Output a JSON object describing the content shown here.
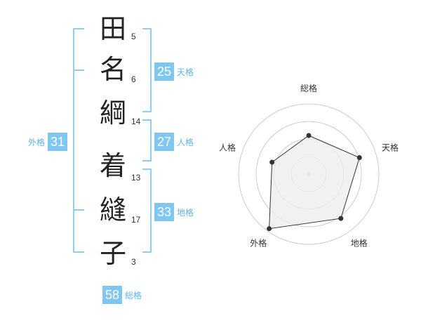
{
  "name": {
    "characters": [
      {
        "char": "田",
        "strokes": "5"
      },
      {
        "char": "名",
        "strokes": "6"
      },
      {
        "char": "綱",
        "strokes": "14"
      },
      {
        "char": "着",
        "strokes": "13"
      },
      {
        "char": "縫",
        "strokes": "17"
      },
      {
        "char": "子",
        "strokes": "3"
      }
    ]
  },
  "kaku": {
    "tenkaku": {
      "value": "25",
      "label": "天格"
    },
    "jinkaku": {
      "value": "27",
      "label": "人格"
    },
    "chikaku": {
      "value": "33",
      "label": "地格"
    },
    "gaikaku": {
      "value": "31",
      "label": "外格"
    },
    "soukaku": {
      "value": "58",
      "label": "総格"
    }
  },
  "chart_data": {
    "type": "radar",
    "axes": [
      "総格",
      "天格",
      "地格",
      "外格",
      "人格"
    ],
    "values": [
      0.55,
      0.76,
      0.78,
      0.96,
      0.55
    ],
    "range": [
      0,
      1
    ],
    "rings": 4,
    "colors": {
      "fill": "#eeeeee",
      "stroke": "#333333",
      "grid": "#cccccc",
      "point": "#333333"
    }
  },
  "colors": {
    "accent": "#7fc7f1",
    "label": "#62b4e6"
  }
}
